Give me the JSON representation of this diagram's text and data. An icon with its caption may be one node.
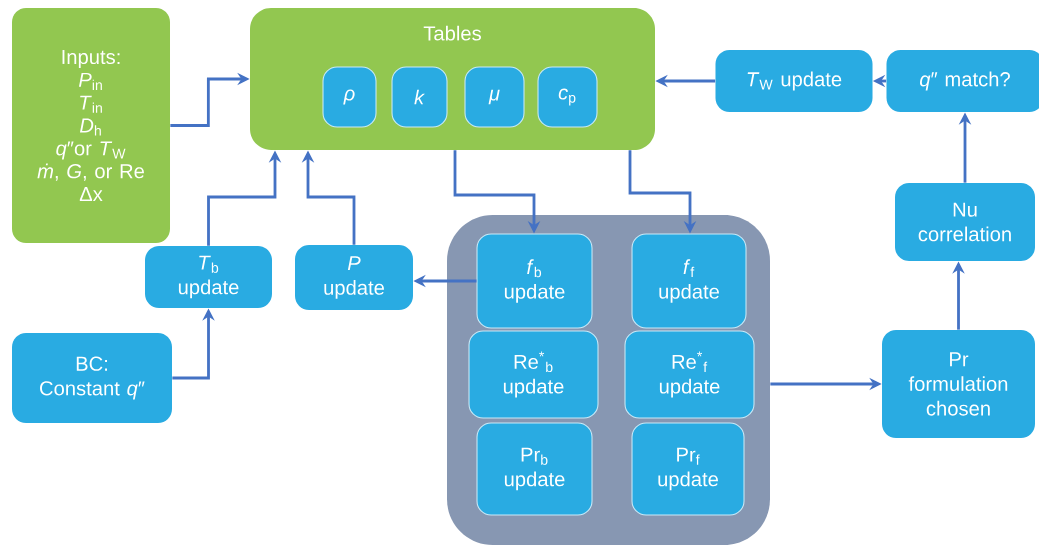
{
  "diagram": {
    "nodes": [
      {
        "text": [
          "Inputs:",
          "*P*$_{in}$",
          "*T*$_{in}$",
          "*D*$_{h}$",
          "*q*″or *T*$_{W}$",
          "*ṁ*, *G*, or Re",
          "Δx"
        ]
      },
      {
        "text": [
          "Tables"
        ]
      },
      {
        "text": [
          "*ρ*"
        ],
        "in": 1
      },
      {
        "text": [
          "*k*"
        ],
        "in": 1
      },
      {
        "text": [
          "*μ*"
        ],
        "in": 1
      },
      {
        "text": [
          "*c*$_{p}$"
        ],
        "in": 1
      },
      {
        "text": [
          "*T*$_{W}$ update"
        ]
      },
      {
        "text": [
          "*q*″ match?"
        ]
      },
      {
        "text": [
          "*T*$_{b}$ update"
        ]
      },
      {
        "text": [
          "*P* update"
        ]
      },
      {
        "text": [
          "BC: Constant *q*″"
        ]
      },
      {
        "text": [],
        "shape": "box"
      },
      {
        "text": [
          "*f*$_{b}$ update"
        ],
        "in": 11
      },
      {
        "text": [
          "*f*$_{f}$ update"
        ],
        "in": 11
      },
      {
        "text": [
          "Re$^{*}$$_{b}$ update"
        ],
        "in": 11
      },
      {
        "text": [
          "Re$^{*}$$_{f}$ update"
        ],
        "in": 11
      },
      {
        "text": [
          "Pr$_{b}$ update"
        ],
        "in": 11
      },
      {
        "text": [
          "Pr$_{f}$ update"
        ],
        "in": 11
      },
      {
        "text": [
          "Nu correlation"
        ]
      },
      {
        "text": [
          "Pr formulation chosen"
        ]
      }
    ],
    "edges": [
      {
        "from": 0,
        "to": 1,
        "arrow": "to"
      },
      {
        "from": 8,
        "to": 1,
        "arrow": "to"
      },
      {
        "from": 9,
        "to": 1,
        "arrow": "to"
      },
      {
        "from": 10,
        "to": 8,
        "arrow": "to"
      },
      {
        "from": 12,
        "to": 9,
        "arrow": "to"
      },
      {
        "from": 1,
        "to": 12,
        "arrow": "to"
      },
      {
        "from": 1,
        "to": 13,
        "arrow": "to"
      },
      {
        "from": 11,
        "to": 19,
        "arrow": "to"
      },
      {
        "from": 19,
        "to": 18,
        "arrow": "to"
      },
      {
        "from": 18,
        "to": 7,
        "arrow": "to"
      },
      {
        "from": 7,
        "to": 6,
        "arrow": "to"
      },
      {
        "from": 6,
        "to": 1,
        "arrow": "to"
      }
    ]
  }
}
